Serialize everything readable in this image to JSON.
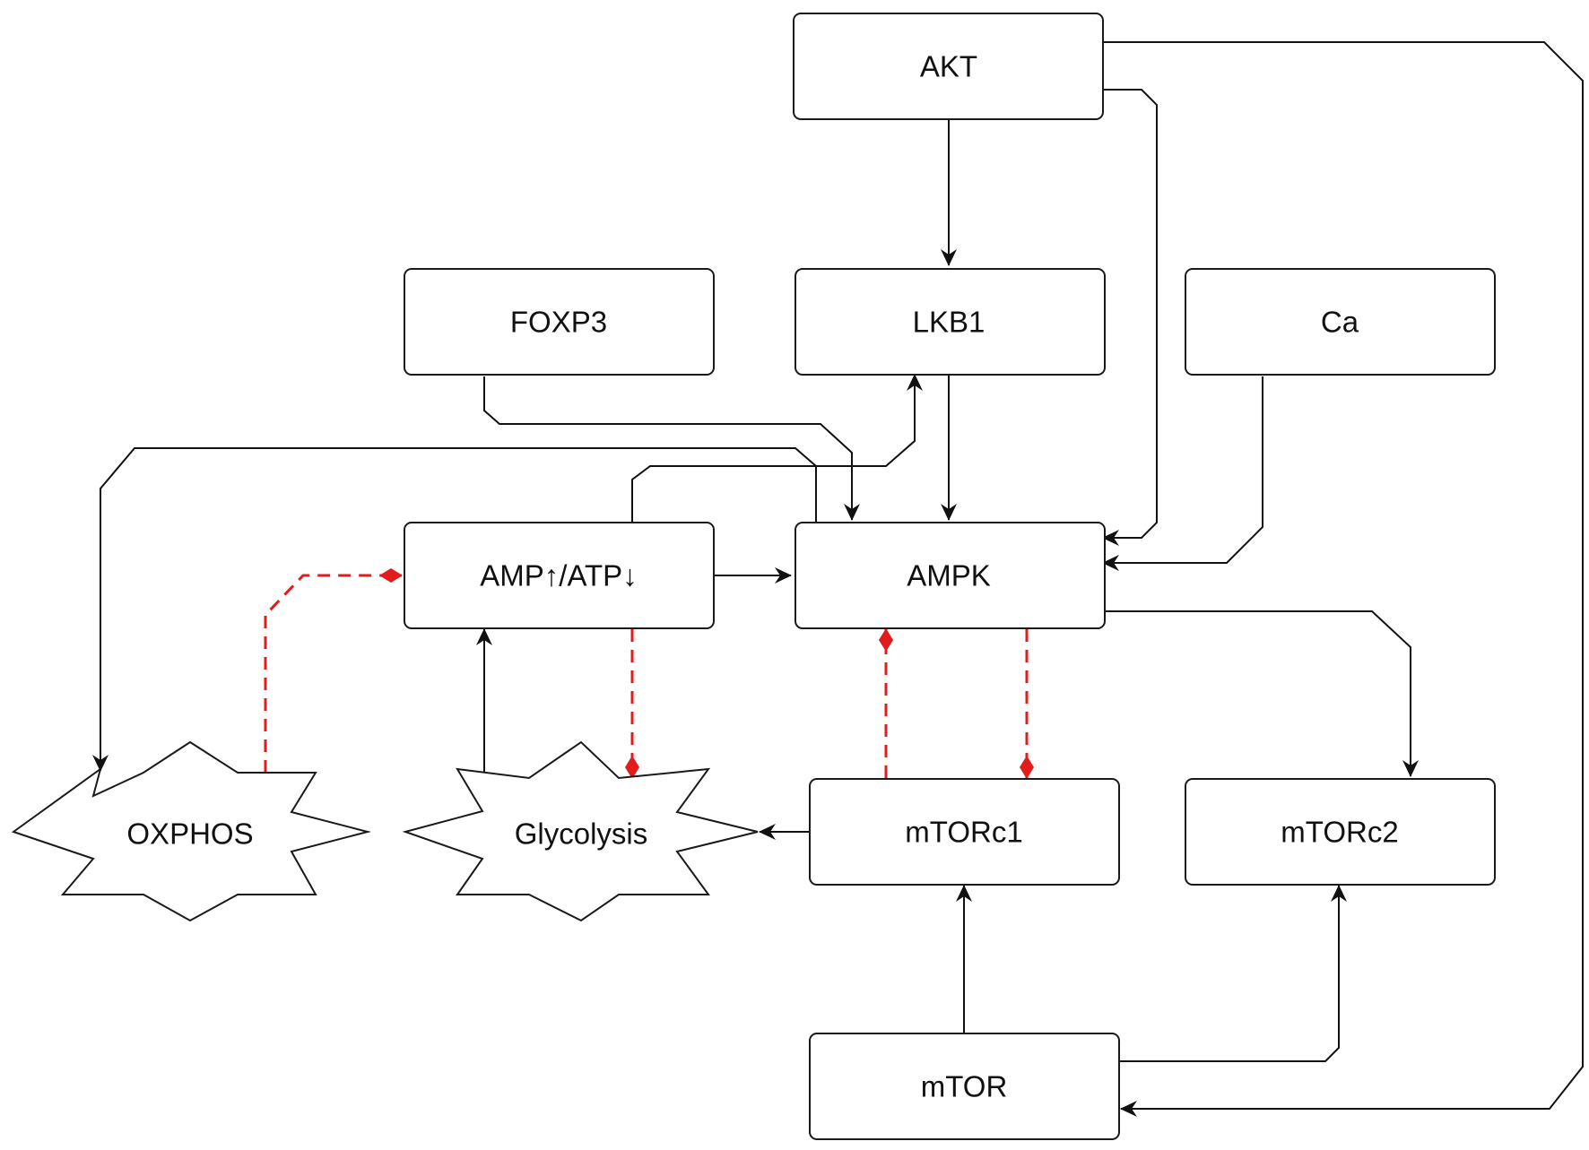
{
  "diagram": {
    "nodes": {
      "akt": "AKT",
      "foxp3": "FOXP3",
      "lkb1": "LKB1",
      "ca": "Ca",
      "amp_atp": "AMP↑/ATP↓",
      "ampk": "AMPK",
      "oxphos": "OXPHOS",
      "glycolysis": "Glycolysis",
      "mtorc1": "mTORc1",
      "mtorc2": "mTORc2",
      "mtor": "mTOR"
    },
    "edges": [
      {
        "from": "AKT",
        "to": "LKB1",
        "type": "activation"
      },
      {
        "from": "AKT",
        "to": "AMPK",
        "type": "activation"
      },
      {
        "from": "AKT",
        "to": "mTOR",
        "type": "activation"
      },
      {
        "from": "FOXP3",
        "to": "AMPK",
        "type": "activation"
      },
      {
        "from": "LKB1",
        "to": "AMPK",
        "type": "activation"
      },
      {
        "from": "Ca",
        "to": "AMPK",
        "type": "activation"
      },
      {
        "from": "AMP↑/ATP↓",
        "to": "LKB1",
        "type": "activation"
      },
      {
        "from": "AMP↑/ATP↓",
        "to": "AMPK",
        "type": "activation"
      },
      {
        "from": "AMPK",
        "to": "OXPHOS",
        "type": "activation"
      },
      {
        "from": "AMPK",
        "to": "mTORc2",
        "type": "activation"
      },
      {
        "from": "Glycolysis",
        "to": "AMP↑/ATP↓",
        "type": "activation"
      },
      {
        "from": "mTORc1",
        "to": "Glycolysis",
        "type": "activation"
      },
      {
        "from": "mTOR",
        "to": "mTORc1",
        "type": "activation"
      },
      {
        "from": "mTOR",
        "to": "mTORc2",
        "type": "activation"
      },
      {
        "from": "OXPHOS",
        "to": "AMP↑/ATP↓",
        "type": "inhibition"
      },
      {
        "from": "AMP↑/ATP↓",
        "to": "Glycolysis",
        "type": "inhibition"
      },
      {
        "from": "mTORc1",
        "to": "AMPK",
        "type": "inhibition"
      },
      {
        "from": "AMPK",
        "to": "mTORc1",
        "type": "inhibition"
      }
    ],
    "colors": {
      "activation": "#111111",
      "inhibition": "#e21b1b"
    }
  }
}
